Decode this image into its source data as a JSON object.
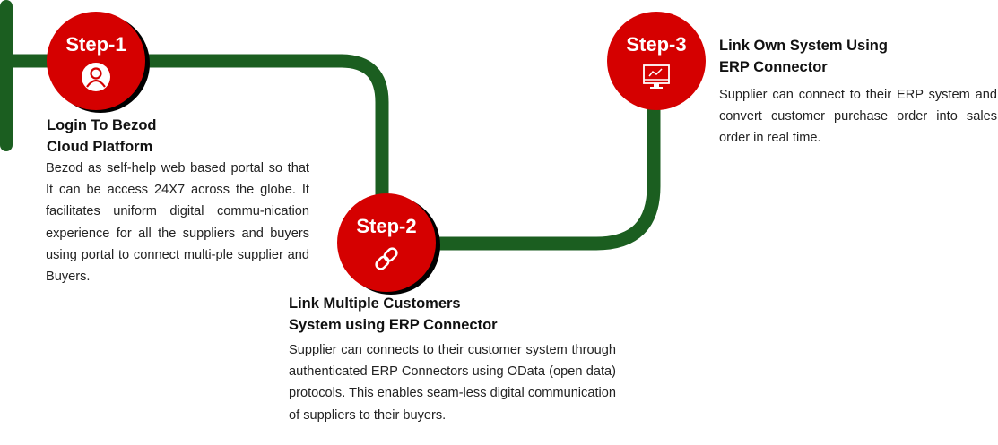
{
  "colors": {
    "path": "#1b5e20",
    "circle": "#d50000"
  },
  "steps": [
    {
      "label": "Step-1",
      "icon": "user-icon",
      "title_lines": [
        "Login To Bezod",
        "Cloud Platform"
      ],
      "body": "Bezod as self-help web based portal so that It can be access 24X7 across the globe. It facilitates uniform digital commu-nication experience for all the suppliers and buyers using portal to connect multi-ple supplier and Buyers."
    },
    {
      "label": "Step-2",
      "icon": "link-icon",
      "title_lines": [
        "Link Multiple Customers",
        "System using ERP Connector"
      ],
      "body": "Supplier can connects to their customer system through authenticated ERP Connectors using OData (open data) protocols. This enables seam-less digital communication of suppliers to their buyers."
    },
    {
      "label": "Step-3",
      "icon": "monitor-chart-icon",
      "title_lines": [
        "Link Own System Using",
        "ERP Connector"
      ],
      "body": "Supplier can connect to their ERP system and convert customer purchase order into sales order in real time."
    }
  ]
}
